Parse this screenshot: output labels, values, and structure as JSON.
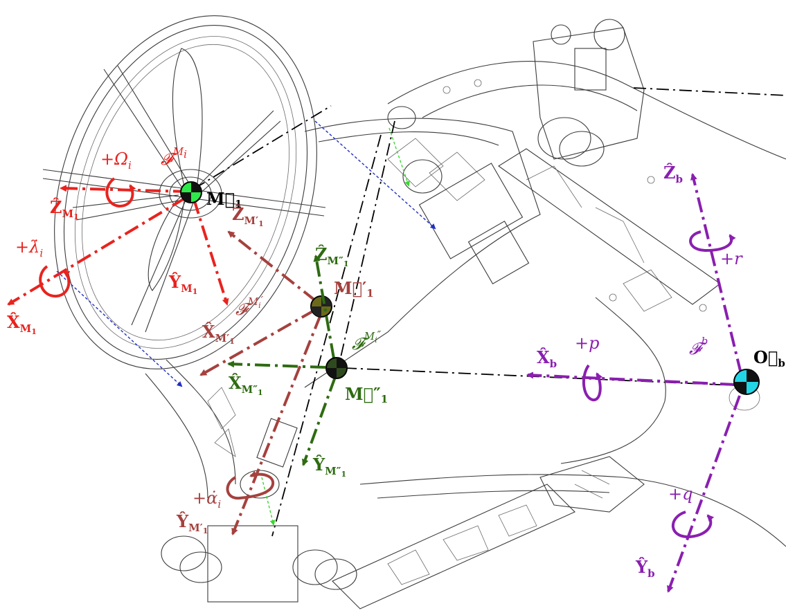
{
  "colors": {
    "motor_frame": "#e8231f",
    "tilt_frame": "#a5413e",
    "arm_frame": "#2e6b12",
    "body_frame": "#8a1fb0",
    "motor_point_fill": "#2ee84a",
    "tilt_point_fill": "#6b6a1a",
    "arm_point_fill": "#2f4a1e",
    "body_point_fill": "#22d6e6",
    "connector": "#000000",
    "projection_blue": "#1f2fc4",
    "projection_green": "#3cd632"
  },
  "frames": {
    "motor": {
      "frame_name": "𝓕",
      "frame_sup": "M",
      "frame_sup_sub": "i",
      "origin_main": "M⃗",
      "origin_sub": "1",
      "x_main": "X̂",
      "x_sub": "M",
      "x_sub2": "1",
      "y_main": "Ŷ",
      "y_sub": "M",
      "y_sub2": "1",
      "z_main": "Ẑ",
      "z_sub": "M",
      "z_sub2": "1",
      "rot_omega": "+Ω",
      "rot_omega_sub": "i",
      "rot_lambda": "+λ̇",
      "rot_lambda_sub": "i"
    },
    "tilt": {
      "frame_name": "𝓕",
      "frame_sup": "M",
      "frame_sup_sub": "i",
      "frame_prime": "′",
      "origin_main": "M⃗′",
      "origin_sub": "1",
      "x_main": "X̂",
      "x_sub": "M′",
      "x_sub2": "1",
      "y_main": "Ŷ",
      "y_sub": "M′",
      "y_sub2": "1",
      "z_main": "Ẑ",
      "z_sub": "M′",
      "z_sub2": "1",
      "rot_alpha": "+α̇",
      "rot_alpha_sub": "i"
    },
    "arm": {
      "frame_name": "𝓕",
      "frame_sup": "M",
      "frame_sup_sub": "i",
      "frame_prime": "″",
      "origin_main": "M⃗″",
      "origin_sub": "1",
      "x_main": "X̂",
      "x_sub": "M″",
      "x_sub2": "1",
      "y_main": "Ŷ",
      "y_sub": "M″",
      "y_sub2": "1",
      "z_main": "Ẑ",
      "z_sub": "M″",
      "z_sub2": "1"
    },
    "body": {
      "frame_name": "𝓕",
      "frame_sup": "b",
      "origin_main": "O⃗",
      "origin_sub": "b",
      "x_main": "X̂",
      "x_sub": "b",
      "y_main": "Ŷ",
      "y_sub": "b",
      "z_main": "Ẑ",
      "z_sub": "b",
      "rot_p": "+p",
      "rot_q": "+q",
      "rot_r": "+r"
    }
  }
}
